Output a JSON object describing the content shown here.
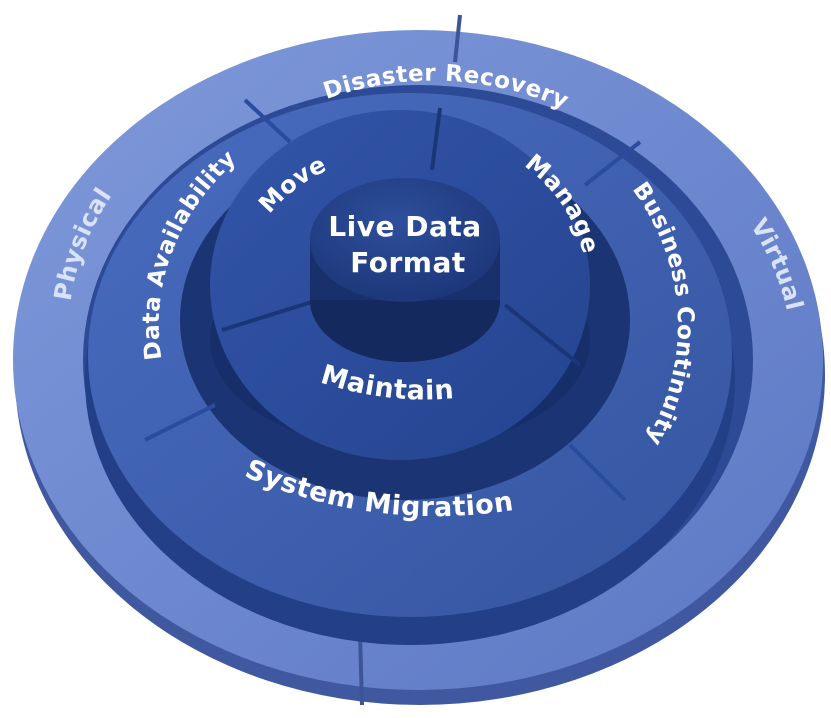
{
  "core": {
    "line1": "Live Data",
    "line2": "Format"
  },
  "inner_ring": {
    "move": "Move",
    "manage": "Manage",
    "maintain": "Maintain"
  },
  "middle_ring": {
    "disaster_recovery": "Disaster Recovery",
    "data_availability": "Data Availability",
    "business_continuity": "Business Continuity",
    "system_migration": "System Migration"
  },
  "outer_ring": {
    "physical": "Physical",
    "virtual": "Virtual"
  },
  "colors": {
    "outer_top": "#6b87cf",
    "outer_side": "#4a64ad",
    "middle_top": "#3d5fb4",
    "middle_side": "#27448f",
    "inner_top": "#2a4c9e",
    "inner_side": "#1d3878",
    "core_top": "#233f85",
    "core_side": "#142a60",
    "label": "#ffffff"
  }
}
